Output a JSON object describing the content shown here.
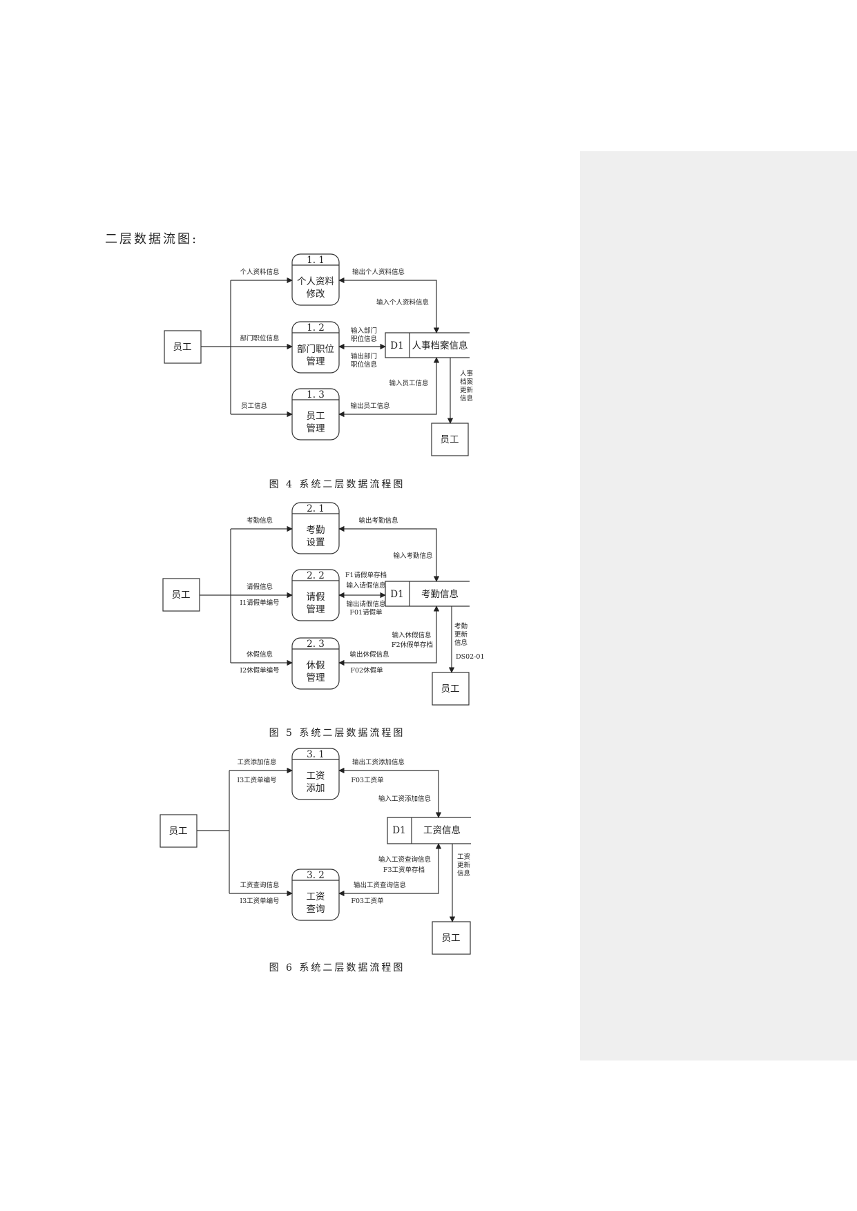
{
  "page": {
    "heading": "二层数据流图:"
  },
  "figures": [
    {
      "caption": "图 4 系统二层数据流程图",
      "entity_left": "员工",
      "entity_right": "员工",
      "store": {
        "id": "D1",
        "name": "人事档案信息"
      },
      "processes": [
        {
          "id": "1. 1",
          "line1": "个人资料",
          "line2": "修改"
        },
        {
          "id": "1. 2",
          "line1": "部门职位",
          "line2": "管理"
        },
        {
          "id": "1. 3",
          "line1": "员工",
          "line2": "管理"
        }
      ],
      "left_flows": [
        [
          "个人资料信息"
        ],
        [
          "部门职位信息"
        ],
        [
          "员工信息"
        ]
      ],
      "right_flows": [
        [
          "输出个人资料信息"
        ],
        [
          "输入部门",
          "职位信息",
          "输出部门",
          "职位信息"
        ],
        [
          "输出员工信息"
        ]
      ],
      "store_flows": [
        "输入个人资料信息",
        "输入员工信息"
      ],
      "update_flow": [
        "人事",
        "档案",
        "更新",
        "信息"
      ],
      "extra": ""
    },
    {
      "caption": "图 5 系统二层数据流程图",
      "entity_left": "员工",
      "entity_right": "员工",
      "store": {
        "id": "D1",
        "name": "考勤信息"
      },
      "processes": [
        {
          "id": "2. 1",
          "line1": "考勤",
          "line2": "设置"
        },
        {
          "id": "2. 2",
          "line1": "请假",
          "line2": "管理"
        },
        {
          "id": "2. 3",
          "line1": "休假",
          "line2": "管理"
        }
      ],
      "left_flows": [
        [
          "考勤信息"
        ],
        [
          "请假信息",
          "I1请假单编号"
        ],
        [
          "休假信息",
          "I2休假单编号"
        ]
      ],
      "right_flows": [
        [
          "输出考勤信息"
        ],
        [
          "F1请假单存档",
          "输入请假信息",
          "输出请假信息",
          "F01请假单"
        ],
        [
          "输出休假信息",
          "F02休假单"
        ]
      ],
      "store_flows": [
        "输入考勤信息",
        "输入休假信息",
        "F2休假单存档"
      ],
      "update_flow": [
        "考勤",
        "更新",
        "信息"
      ],
      "extra": "DS02-01"
    },
    {
      "caption": "图 6 系统二层数据流程图",
      "entity_left": "员工",
      "entity_right": "员工",
      "store": {
        "id": "D1",
        "name": "工资信息"
      },
      "processes": [
        {
          "id": "3. 1",
          "line1": "工资",
          "line2": "添加"
        },
        {
          "id": "3. 2",
          "line1": "工资",
          "line2": "查询"
        }
      ],
      "left_flows": [
        [
          "工资添加信息",
          "I3工资单编号"
        ],
        [
          "工资查询信息",
          "I3工资单编号"
        ]
      ],
      "right_flows": [
        [
          "输出工资添加信息",
          "F03工资单"
        ],
        [
          "输出工资查询信息",
          "F03工资单"
        ]
      ],
      "store_flows": [
        "输入工资添加信息",
        "输入工资查询信息",
        "F3工资单存档"
      ],
      "update_flow": [
        "工资",
        "更新",
        "信息"
      ],
      "extra": ""
    }
  ]
}
